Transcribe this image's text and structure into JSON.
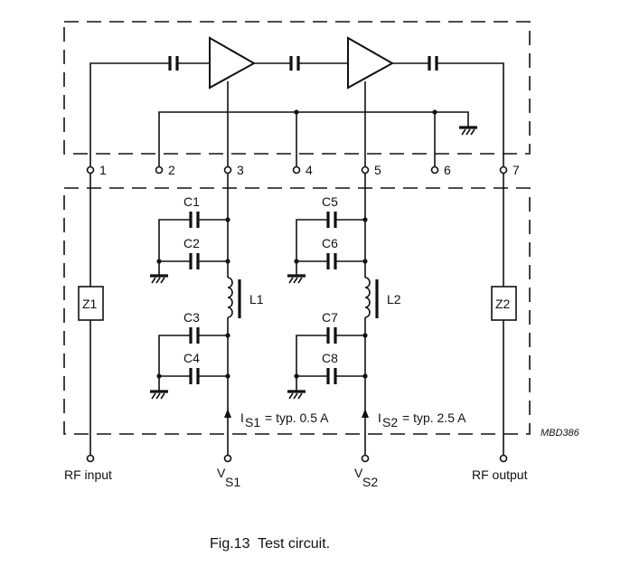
{
  "figure": {
    "code": "MBD386",
    "caption": "Fig.13  Test circuit."
  },
  "pins": [
    "1",
    "2",
    "3",
    "4",
    "5",
    "6",
    "7"
  ],
  "components": {
    "capacitors": [
      "C1",
      "C2",
      "C3",
      "C4",
      "C5",
      "C6",
      "C7",
      "C8"
    ],
    "inductors": [
      "L1",
      "L2"
    ],
    "impedances": [
      "Z1",
      "Z2"
    ]
  },
  "supplies": {
    "s1": {
      "label": "V",
      "sub": "S1",
      "current_label": "I",
      "current_sub": "S1",
      "current_text": "= typ. 0.5 A"
    },
    "s2": {
      "label": "V",
      "sub": "S2",
      "current_label": "I",
      "current_sub": "S2",
      "current_text": "= typ. 2.5 A"
    }
  },
  "terminals": {
    "input": "RF input",
    "output": "RF output"
  }
}
